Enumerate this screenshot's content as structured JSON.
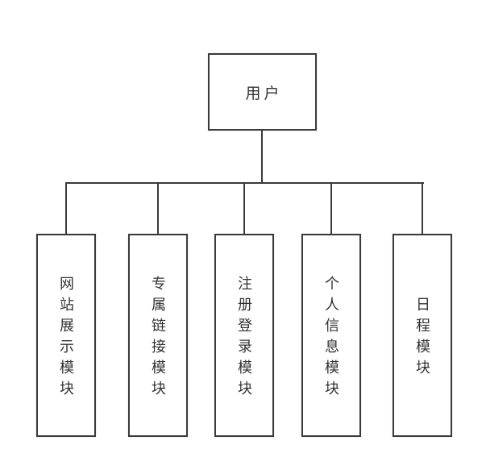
{
  "diagram": {
    "title": "user-module-structure",
    "root": {
      "label": "用户"
    },
    "children": [
      {
        "label": "网站展示模块"
      },
      {
        "label": "专属链接模块"
      },
      {
        "label": "注册登录模块"
      },
      {
        "label": "个人信息模块"
      },
      {
        "label": "日程模块"
      }
    ],
    "colors": {
      "line": "#3a3a3a",
      "text": "#333333",
      "background": "#ffffff"
    }
  }
}
